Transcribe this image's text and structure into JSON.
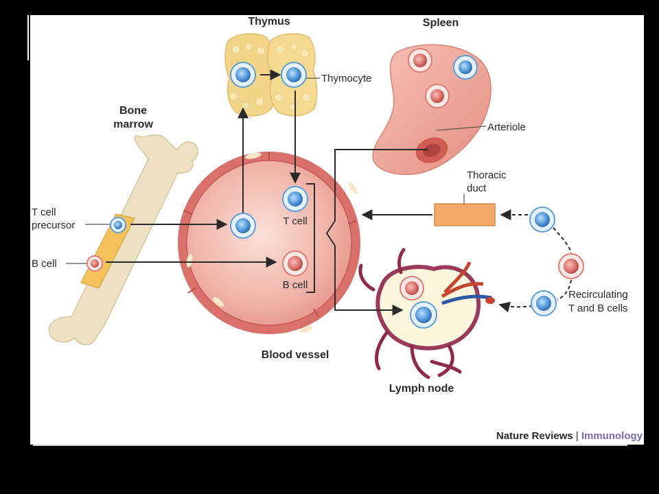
{
  "labels": {
    "thymus": "Thymus",
    "spleen": "Spleen",
    "bone": "Bone",
    "marrow": "marrow",
    "thymocyte": "Thymocyte",
    "arteriole": "Arteriole",
    "thoracic": "Thoracic",
    "duct": "duct",
    "t_cell_precursor_1": "T cell",
    "t_cell_precursor_2": "precursor",
    "b_cell_left": "B cell",
    "t_cell_center": "T cell",
    "b_cell_center": "B cell",
    "blood_vessel": "Blood vessel",
    "lymph_node": "Lymph node",
    "recirculating_1": "Recirculating",
    "recirculating_2": "T and B cells"
  },
  "credit": {
    "journal": "Nature Reviews",
    "separator": " | ",
    "section": "Immunology"
  },
  "colors": {
    "t_cell": "#6aa6dc",
    "b_cell": "#e07a73",
    "vessel": "#d9716a",
    "thymus": "#f3d58a",
    "bone": "#ede0c4",
    "duct": "#f2a96a",
    "credit_accent": "#7a6bb0"
  }
}
